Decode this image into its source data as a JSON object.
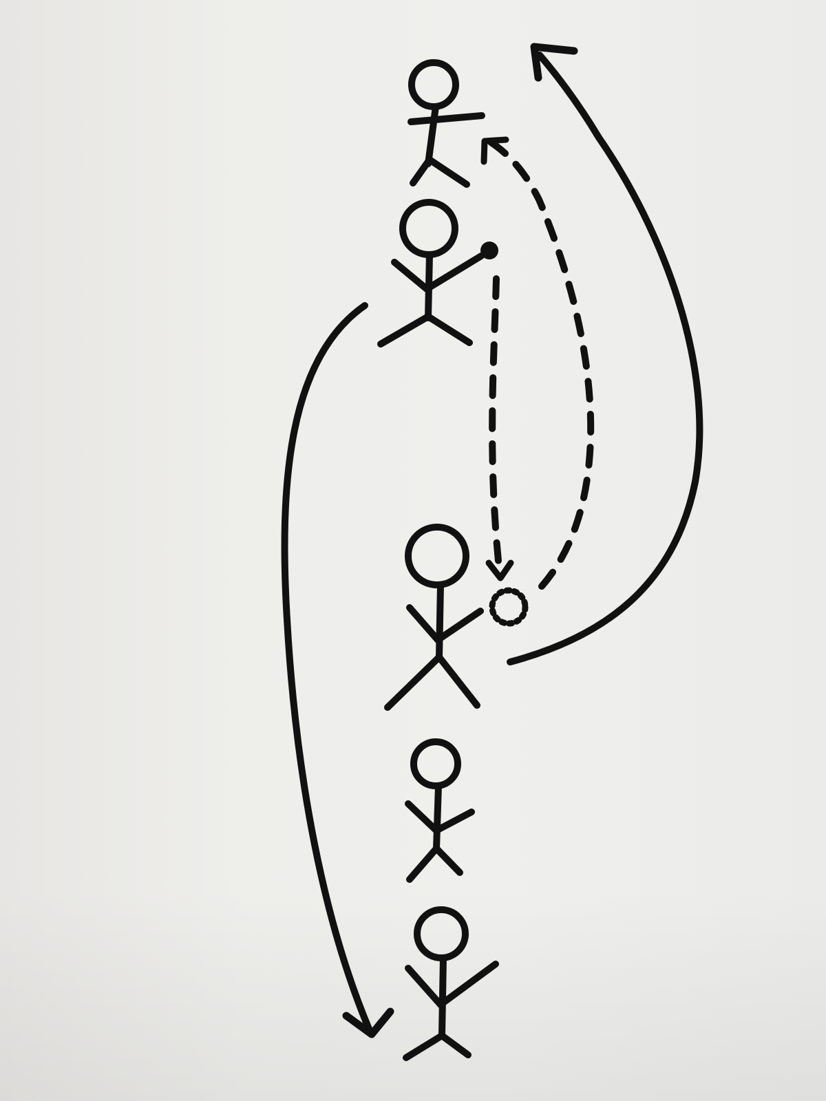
{
  "diagram": {
    "colors": {
      "ink": "#111111",
      "paper": "#eeeeeb"
    },
    "players": [
      {
        "id": "player-1",
        "holds_ball": false
      },
      {
        "id": "player-2",
        "holds_ball": true
      },
      {
        "id": "player-3",
        "receives_ball": true
      },
      {
        "id": "player-4",
        "holds_ball": false
      },
      {
        "id": "player-5",
        "holds_ball": false
      }
    ],
    "paths": [
      {
        "id": "pass-2-to-3",
        "style": "dashed",
        "arrow": true
      },
      {
        "id": "pass-3-to-1",
        "style": "dashed",
        "arrow": true
      },
      {
        "id": "run-2-to-5",
        "style": "solid",
        "arrow": true
      },
      {
        "id": "run-3-to-1",
        "style": "solid",
        "arrow": true
      }
    ]
  }
}
